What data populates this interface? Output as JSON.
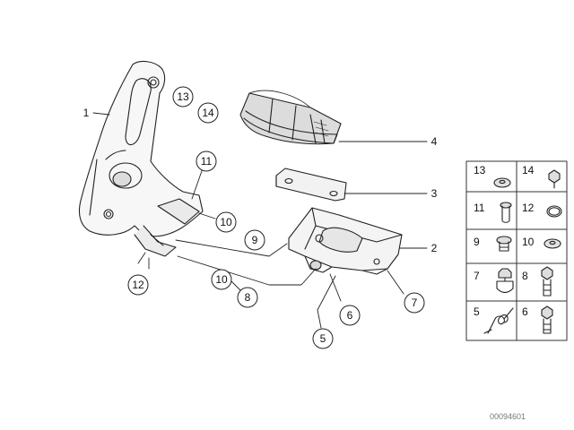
{
  "callouts": {
    "c1": "1",
    "c13": "13",
    "c14": "14",
    "c4": "4",
    "c11": "11",
    "c3": "3",
    "c10a": "10",
    "c9": "9",
    "c2": "2",
    "c12": "12",
    "c10b": "10",
    "c8": "8",
    "c7": "7",
    "c6": "6",
    "c5": "5"
  },
  "legend": {
    "cells": [
      {
        "label": "13",
        "part": "washer"
      },
      {
        "label": "14",
        "part": "hex-bolt"
      },
      {
        "label": "11",
        "part": "pin"
      },
      {
        "label": "12",
        "part": "circlip"
      },
      {
        "label": "9",
        "part": "collar-bolt"
      },
      {
        "label": "10",
        "part": "washer"
      },
      {
        "label": "7",
        "part": "pivot-bolt"
      },
      {
        "label": "8",
        "part": "hex-bolt"
      },
      {
        "label": "5",
        "part": "torsion-spring"
      },
      {
        "label": "6",
        "part": "hex-bolt"
      }
    ]
  },
  "diagram_code": "00094601"
}
